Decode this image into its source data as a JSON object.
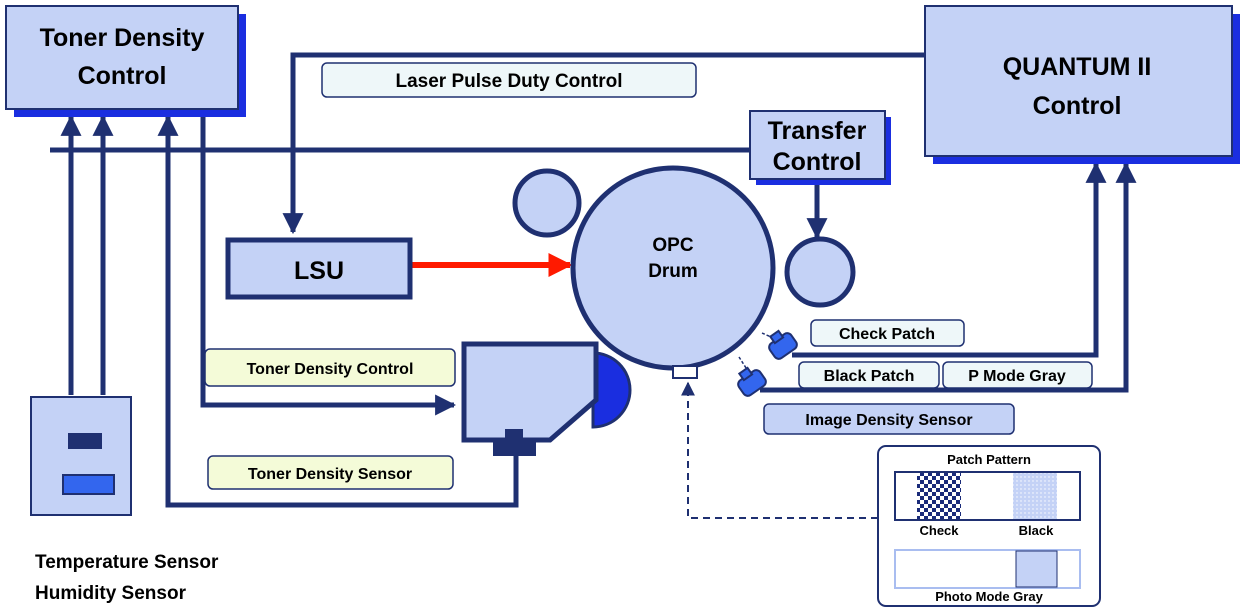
{
  "colors": {
    "box_fill": "#c4d2f6",
    "box_border": "#1f3071",
    "box_shadow": "#1a2ee0",
    "line": "#1f3071",
    "laser": "#ff1a00",
    "label_fill": "#eef7f9",
    "label_fill_alt": "#f4fbd8",
    "patch_dark": "#1a2b7a"
  },
  "boxes": {
    "toner_density_control": [
      "Toner Density",
      "Control"
    ],
    "quantum": [
      "QUANTUM II",
      "Control"
    ],
    "transfer": [
      "Transfer",
      "Control"
    ],
    "lsu": "LSU",
    "drum": [
      "OPC",
      "Drum"
    ]
  },
  "labels": {
    "laser_pulse": "Laser Pulse Duty Control",
    "toner_density_control": "Toner Density Control",
    "toner_density_sensor": "Toner Density Sensor",
    "check_patch": "Check Patch",
    "black_patch": "Black Patch",
    "p_mode_gray": "P Mode Gray",
    "image_density_sensor": "Image Density Sensor"
  },
  "patch_legend": {
    "title": "Patch Pattern",
    "check": "Check",
    "black": "Black",
    "photo": "Photo Mode Gray"
  },
  "sensors_caption": [
    "Temperature Sensor",
    "Humidity Sensor"
  ]
}
